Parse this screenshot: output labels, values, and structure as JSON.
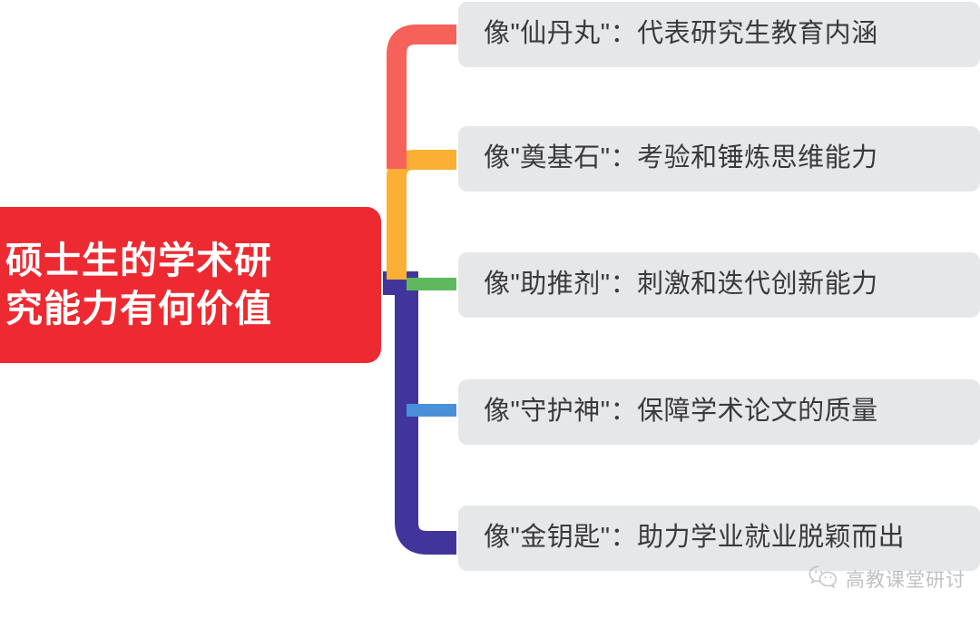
{
  "diagram": {
    "type": "mind-map",
    "title": "硕士生的学术研究能力有何价值",
    "root": {
      "label": "硕士生的学术研\n究能力有何价值",
      "color": "#ED2A31",
      "text_color": "#FFFFFF"
    },
    "branches": [
      {
        "label": "像\"仙丹丸\"：代表研究生教育内涵",
        "connector_color": "#F6615A"
      },
      {
        "label": "像\"奠基石\"：考验和锤炼思维能力",
        "connector_color": "#FBAF34"
      },
      {
        "label": "像\"助推剂\"：刺激和迭代创新能力",
        "connector_color": "#5EB85E"
      },
      {
        "label": "像\"守护神\"：保障学术论文的质量",
        "connector_color": "#4A90D9"
      },
      {
        "label": "像\"金钥匙\"：助力学业就业脱颖而出",
        "connector_color": "#41359B"
      }
    ],
    "node_style": {
      "fill": "#E6E7E8",
      "text_color": "#3A3A3C"
    }
  },
  "watermark": {
    "icon": "wechat-icon",
    "text": "高教课堂研讨"
  }
}
